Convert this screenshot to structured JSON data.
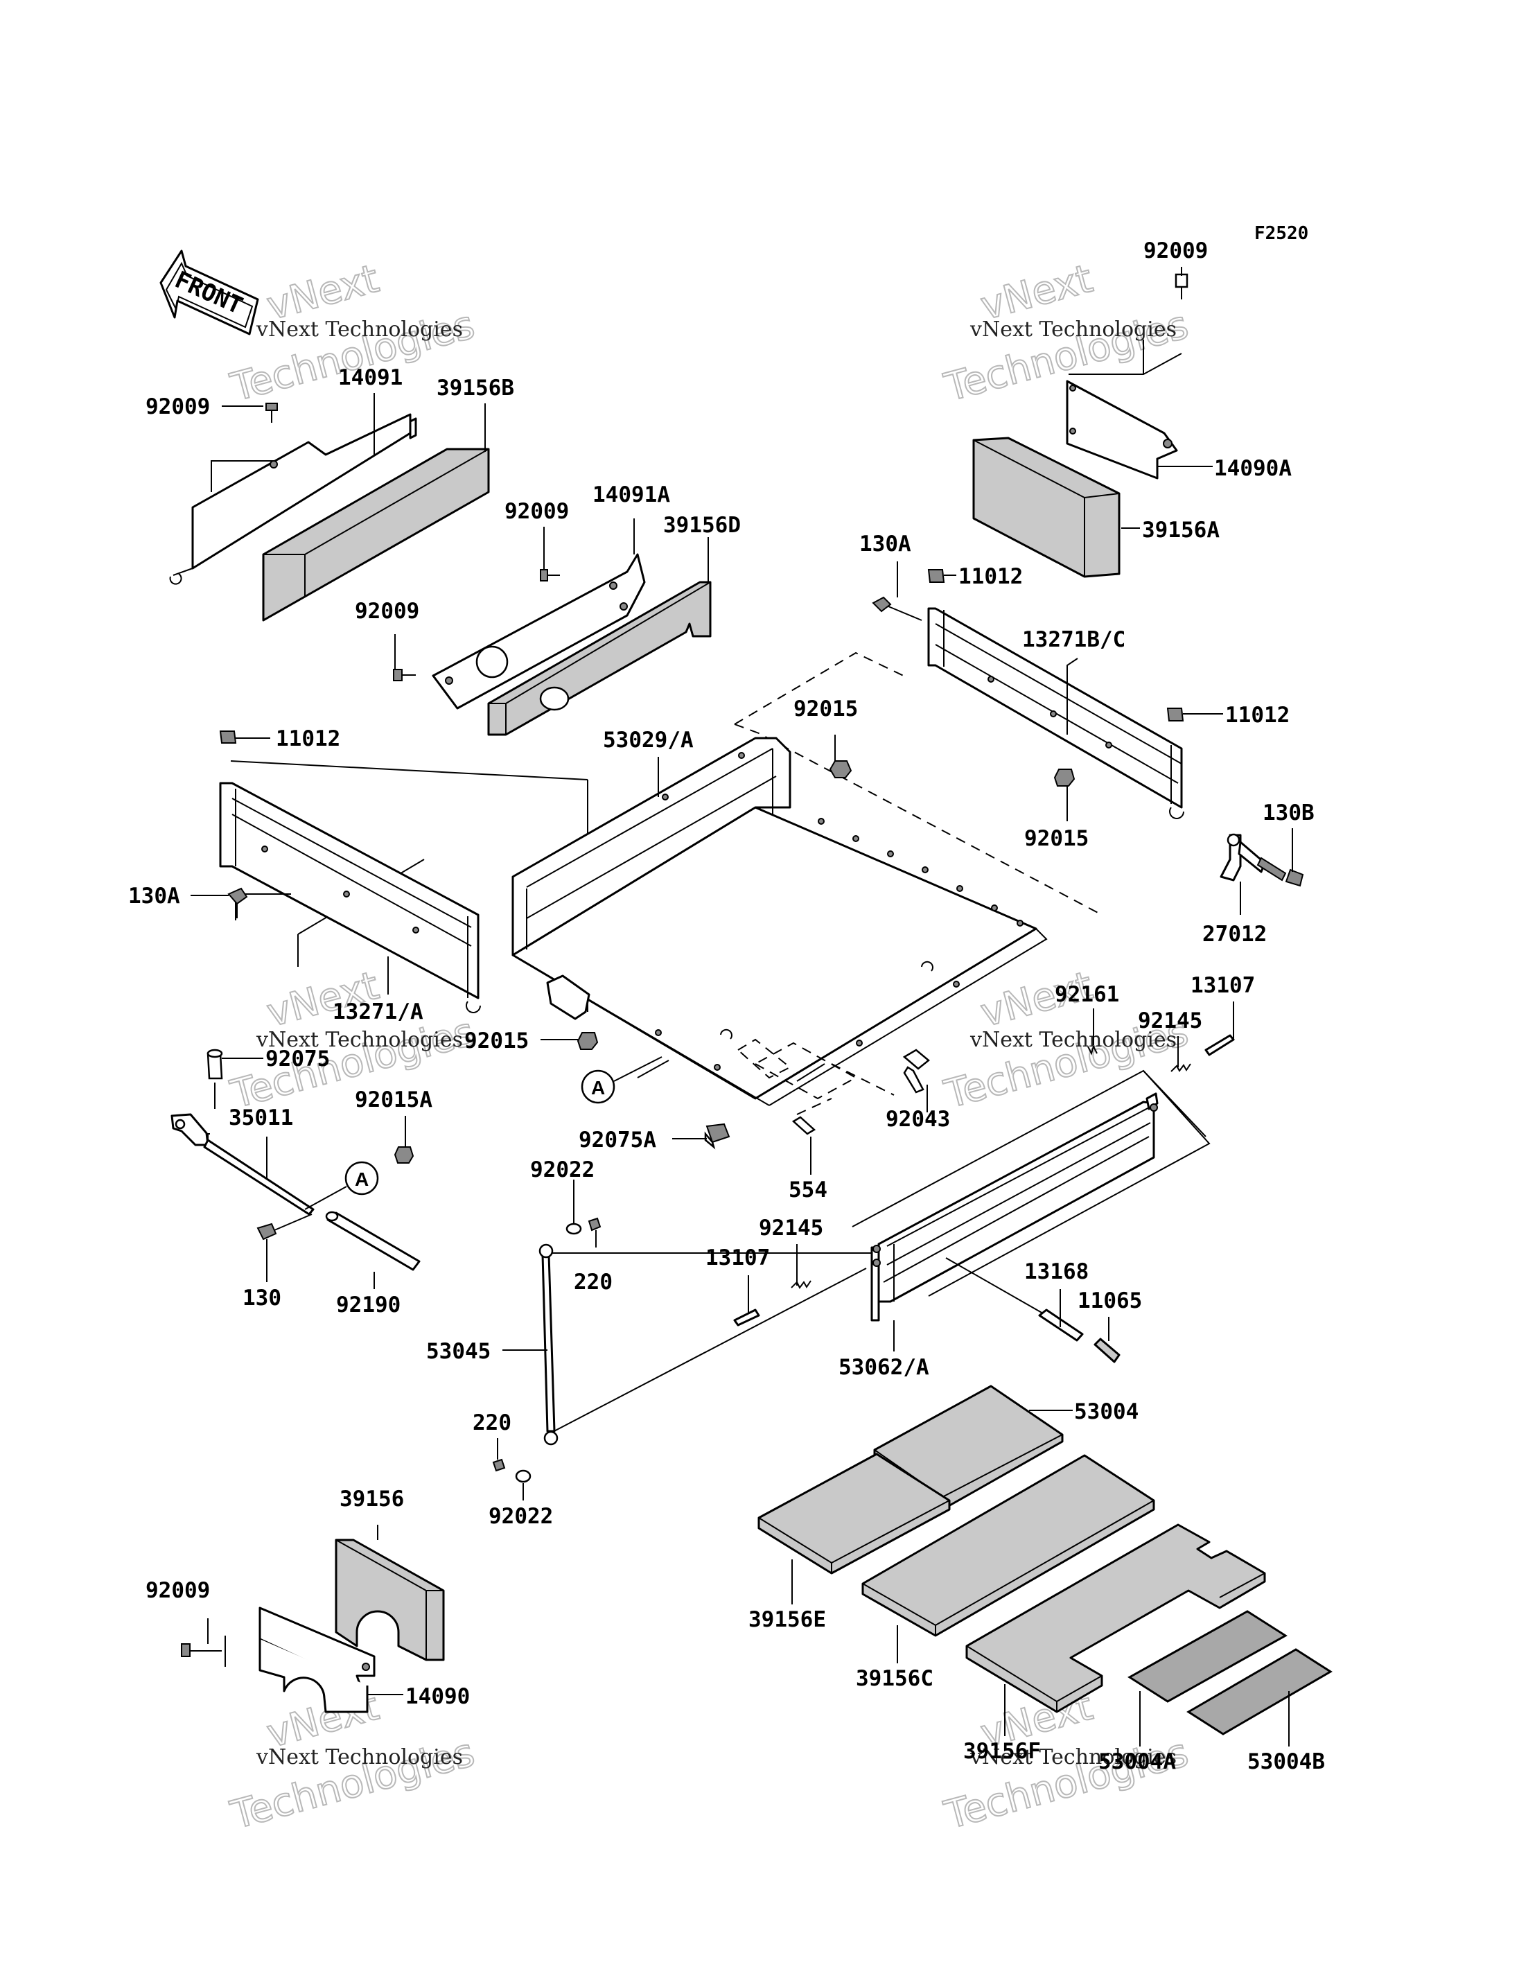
{
  "diagram_code": "F2520",
  "front_arrow_text": "FRONT",
  "reference_marker": "A",
  "watermark": {
    "brand": "vNext",
    "line": "vNext Technologies",
    "big": "Technologies"
  },
  "labels": [
    {
      "id": "92009-top-right",
      "text": "92009"
    },
    {
      "id": "14091",
      "text": "14091"
    },
    {
      "id": "39156B",
      "text": "39156B"
    },
    {
      "id": "92009-left",
      "text": "92009"
    },
    {
      "id": "14090A",
      "text": "14090A"
    },
    {
      "id": "92009-mid-upper",
      "text": "92009"
    },
    {
      "id": "14091A",
      "text": "14091A"
    },
    {
      "id": "39156D",
      "text": "39156D"
    },
    {
      "id": "39156A",
      "text": "39156A"
    },
    {
      "id": "130A-right",
      "text": "130A"
    },
    {
      "id": "11012-right-top",
      "text": "11012"
    },
    {
      "id": "92009-mid-lower",
      "text": "92009"
    },
    {
      "id": "13271B/C",
      "text": "13271B/C"
    },
    {
      "id": "11012-left",
      "text": "11012"
    },
    {
      "id": "53029/A",
      "text": "53029/A"
    },
    {
      "id": "92015-upper",
      "text": "92015"
    },
    {
      "id": "11012-right-bottom",
      "text": "11012"
    },
    {
      "id": "130B",
      "text": "130B"
    },
    {
      "id": "92015-right",
      "text": "92015"
    },
    {
      "id": "130A-left",
      "text": "130A"
    },
    {
      "id": "27012",
      "text": "27012"
    },
    {
      "id": "13107-right",
      "text": "13107"
    },
    {
      "id": "92161",
      "text": "92161"
    },
    {
      "id": "92145-right",
      "text": "92145"
    },
    {
      "id": "13271/A",
      "text": "13271/A"
    },
    {
      "id": "92015-lower",
      "text": "92015"
    },
    {
      "id": "92075",
      "text": "92075"
    },
    {
      "id": "92015A",
      "text": "92015A"
    },
    {
      "id": "35011",
      "text": "35011"
    },
    {
      "id": "92043",
      "text": "92043"
    },
    {
      "id": "92075A",
      "text": "92075A"
    },
    {
      "id": "554",
      "text": "554"
    },
    {
      "id": "92022-upper",
      "text": "92022"
    },
    {
      "id": "220-upper",
      "text": "220"
    },
    {
      "id": "92145-left",
      "text": "92145"
    },
    {
      "id": "13107-left",
      "text": "13107"
    },
    {
      "id": "13168",
      "text": "13168"
    },
    {
      "id": "11065",
      "text": "11065"
    },
    {
      "id": "130",
      "text": "130"
    },
    {
      "id": "92190",
      "text": "92190"
    },
    {
      "id": "53045",
      "text": "53045"
    },
    {
      "id": "53062/A",
      "text": "53062/A"
    },
    {
      "id": "220-lower",
      "text": "220"
    },
    {
      "id": "53004",
      "text": "53004"
    },
    {
      "id": "92022-lower",
      "text": "92022"
    },
    {
      "id": "39156",
      "text": "39156"
    },
    {
      "id": "39156E",
      "text": "39156E"
    },
    {
      "id": "92009-bottom",
      "text": "92009"
    },
    {
      "id": "39156C",
      "text": "39156C"
    },
    {
      "id": "14090",
      "text": "14090"
    },
    {
      "id": "39156F",
      "text": "39156F"
    },
    {
      "id": "53004A",
      "text": "53004A"
    },
    {
      "id": "53004B",
      "text": "53004B"
    }
  ]
}
